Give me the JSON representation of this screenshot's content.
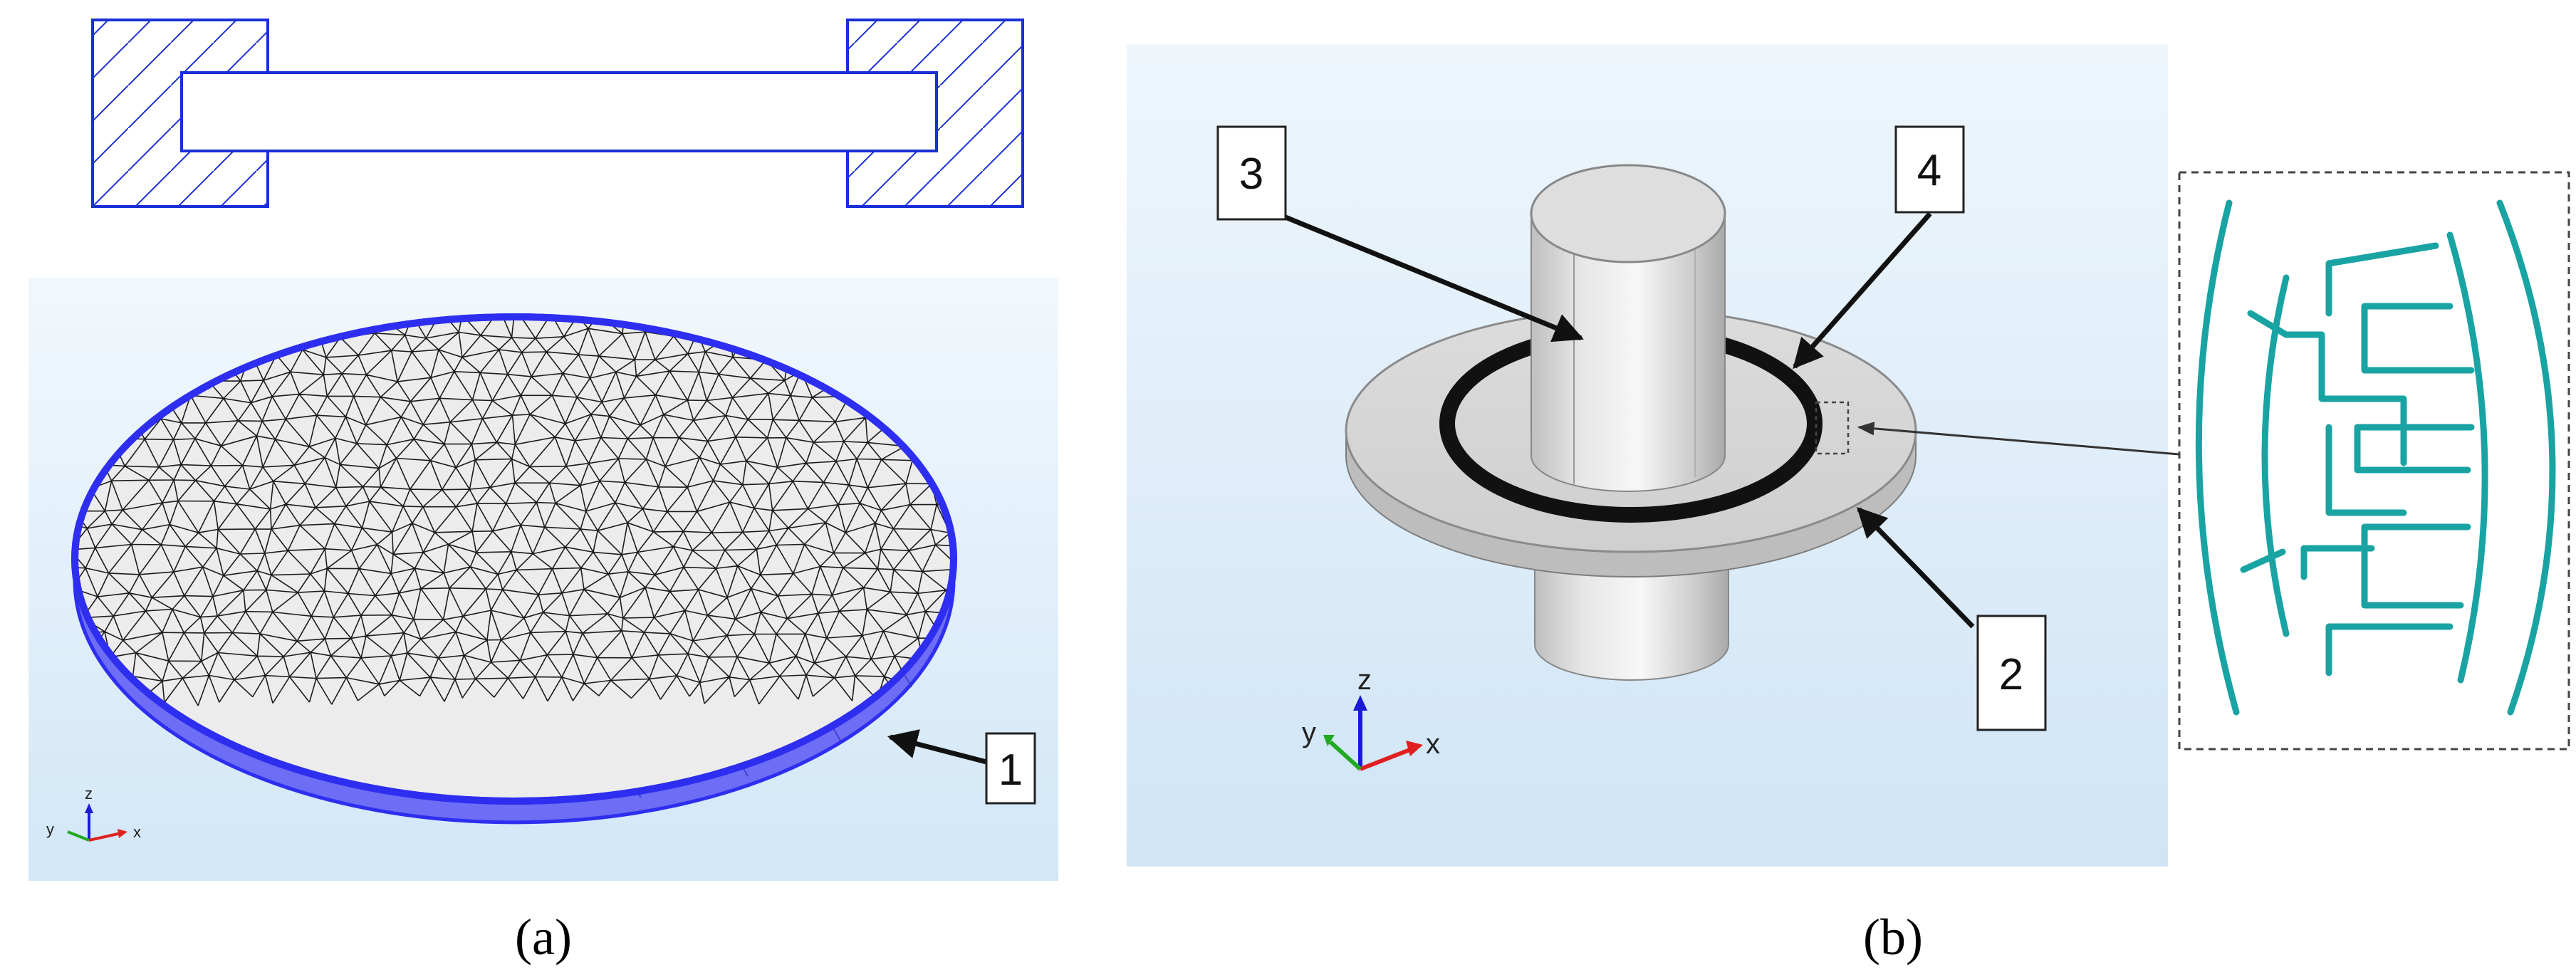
{
  "panel_a": {
    "caption": "(a)",
    "callout_1": "1",
    "axis": {
      "x": "x",
      "y": "y",
      "z": "z"
    }
  },
  "panel_b": {
    "caption": "(b)",
    "callout_2": "2",
    "callout_3": "3",
    "callout_4": "4",
    "axis": {
      "x": "x",
      "y": "y",
      "z": "z"
    }
  },
  "colors": {
    "blueprint_line": "#1a2fd6",
    "disk_edge": "#2e2ef0",
    "mesh_line": "#1c1c1c",
    "viewport_bg_top": "#eaf4fb",
    "viewport_bg_bottom": "#cfe4f5",
    "sensor_trace": "#19a3a3",
    "axis_x": "#e02020",
    "axis_y": "#22aa22",
    "axis_z": "#1a1ad6"
  }
}
